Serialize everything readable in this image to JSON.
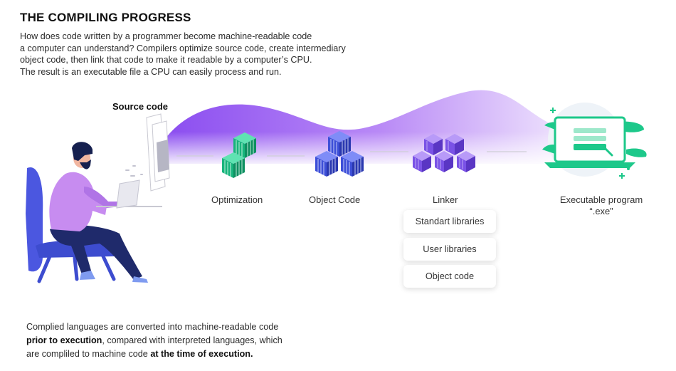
{
  "title": "THE COMPILING PROGRESS",
  "intro_lines": [
    "How does code written by a programmer become machine-readable code",
    "a computer can understand? Compilers optimize source code, create intermediary",
    "object code, then link that code to make it readable by a computer’s CPU.",
    "The result is an executable file a CPU can easily process and run."
  ],
  "steps": {
    "source": "Source code",
    "optimization": "Optimization",
    "object_code": "Object Code",
    "linker": "Linker",
    "executable_line1": "Executable program",
    "executable_line2": "“.exe”"
  },
  "libraries": [
    "Standart libraries",
    "User libraries",
    "Object code"
  ],
  "footer": {
    "l1": "Complied languages are converted into machine-readable code",
    "l2_bold": "prior to execution",
    "l2_rest": ", compared with interpreted languages, which",
    "l3_start": "are compliled to machine code ",
    "l3_bold": "at the time of execution."
  },
  "colors": {
    "purple": "#8b4ff0",
    "blue": "#3d4fd8",
    "green": "#1dc88a",
    "person_shirt": "#c78cf0",
    "pants": "#1f2a6b"
  }
}
